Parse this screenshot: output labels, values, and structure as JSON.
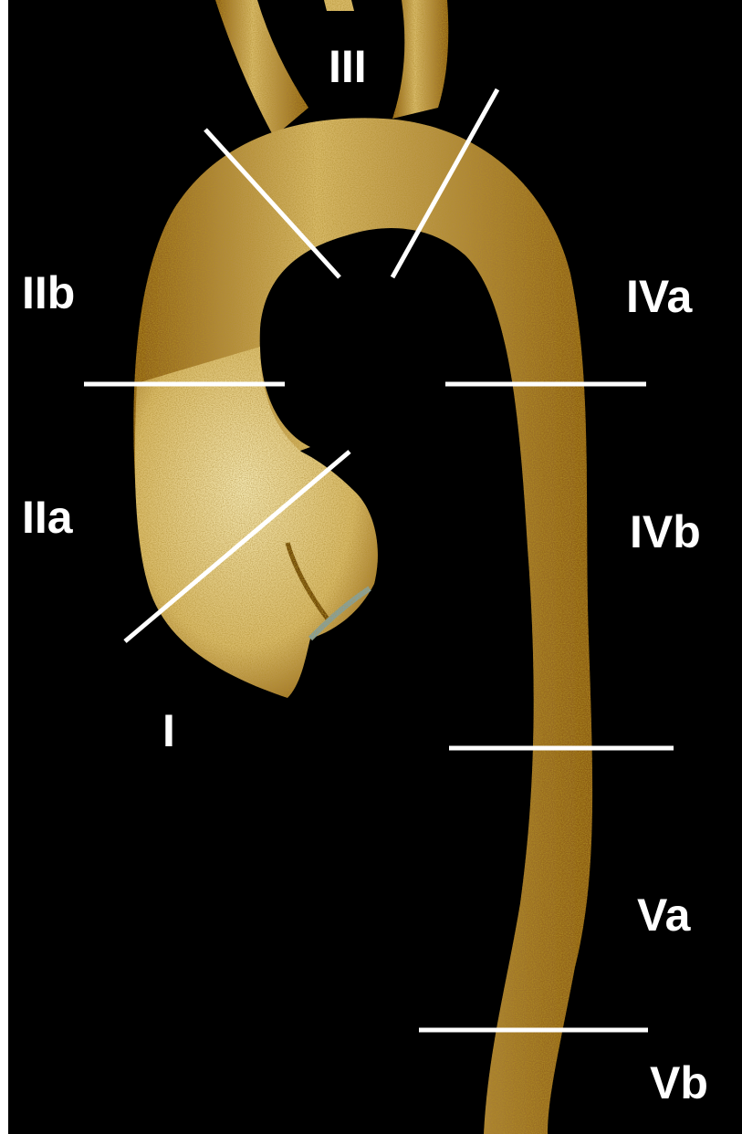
{
  "colors": {
    "background": "#000000",
    "aorta_light": "#f4e7b0",
    "aorta_mid": "#d9bb6a",
    "aorta_dark": "#8a5a14",
    "divider_line": "#ffffff",
    "label_text": "#ffffff"
  },
  "labels": {
    "I": "I",
    "IIa": "IIa",
    "IIb": "IIb",
    "III": "III",
    "IVa": "IVa",
    "IVb": "IVb",
    "Va": "Va",
    "Vb": "Vb"
  }
}
